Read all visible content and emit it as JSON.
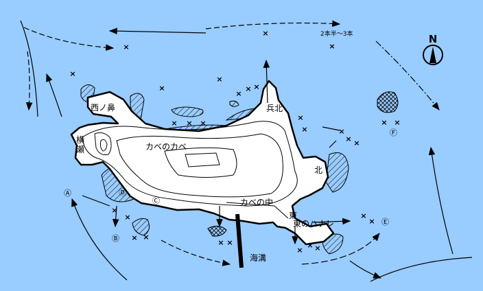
{
  "map": {
    "background_color": "#99ccff",
    "land_color": "#ffffff",
    "compass": {
      "label": "N",
      "icon": "north-arrow-icon"
    },
    "place_labels": {
      "nishi_no_hana": "西ノ鼻",
      "yokose": "横瀬",
      "kabe_no_kabe": "カベのカベ",
      "hyohoku": "兵北",
      "kita": "北",
      "kabe_no_naka": "カベの中",
      "higashi": "東",
      "higashi_no_hanare": "東のハナレ",
      "kaiko": "海溝",
      "depth_note": "2本半～3本"
    },
    "points": {
      "A": "Ⓐ",
      "B": "Ⓑ",
      "C": "Ⓒ",
      "D": "Ⓓ",
      "E": "Ⓔ",
      "F": "Ⓕ"
    }
  }
}
